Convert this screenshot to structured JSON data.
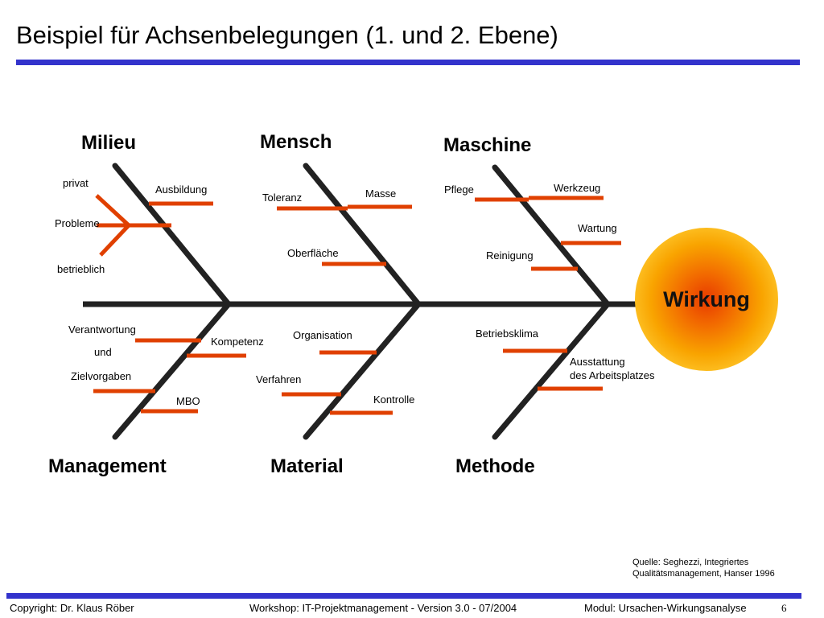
{
  "title": "Beispiel für Achsenbelegungen (1. und 2. Ebene)",
  "effect": "Wirkung",
  "categories": {
    "milieu": "Milieu",
    "mensch": "Mensch",
    "maschine": "Maschine",
    "management": "Management",
    "material": "Material",
    "methode": "Methode"
  },
  "causes": {
    "privat": "privat",
    "probleme": "Probleme",
    "betrieblich": "betrieblich",
    "ausbildung": "Ausbildung",
    "toleranz": "Toleranz",
    "masse": "Masse",
    "oberflaeche": "Oberfläche",
    "pflege": "Pflege",
    "werkzeug": "Werkzeug",
    "wartung": "Wartung",
    "reinigung": "Reinigung",
    "verantwortung": "Verantwortung",
    "und": "und",
    "zielvorgaben": "Zielvorgaben",
    "kompetenz": "Kompetenz",
    "mbo": "MBO",
    "organisation": "Organisation",
    "verfahren": "Verfahren",
    "kontrolle": "Kontrolle",
    "betriebsklima": "Betriebsklima",
    "ausstattung_1": "Ausstattung",
    "ausstattung_2": "des Arbeitsplatzes"
  },
  "source": {
    "line1": "Quelle: Seghezzi, Integriertes",
    "line2": "Qualitätsmanagement, Hanser 1996"
  },
  "footer": {
    "copyright": "Copyright: Dr. Klaus Röber",
    "workshop": "Workshop: IT-Projektmanagement - Version 3.0 - 07/2004",
    "module": "Modul: Ursachen-Wirkungsanalyse",
    "page": "6"
  },
  "colors": {
    "spine": "#222222",
    "cause_line": "#e04000",
    "rule": "#3333cc"
  }
}
